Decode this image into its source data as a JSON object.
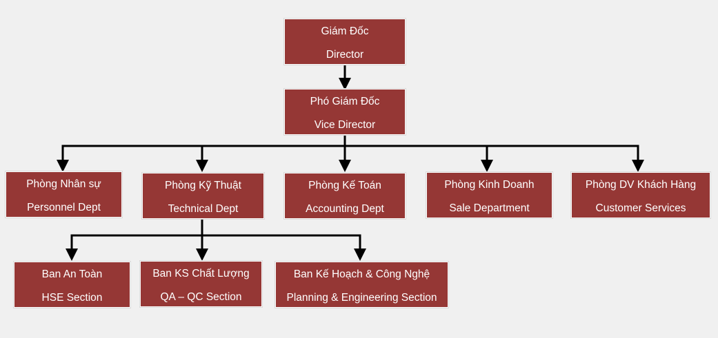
{
  "org_chart": {
    "director": {
      "name_vi": "Giám Đốc",
      "name_en": "Director"
    },
    "vice_director": {
      "name_vi": "Phó Giám Đốc",
      "name_en": "Vice Director"
    },
    "departments": [
      {
        "name_vi": "Phòng Nhân sự",
        "name_en": "Personnel Dept"
      },
      {
        "name_vi": "Phòng Kỹ Thuật",
        "name_en": "Technical Dept"
      },
      {
        "name_vi": "Phòng Kế Toán",
        "name_en": "Accounting Dept"
      },
      {
        "name_vi": "Phòng Kinh Doanh",
        "name_en": "Sale Department"
      },
      {
        "name_vi": "Phòng DV Khách Hàng",
        "name_en": "Customer Services"
      }
    ],
    "sections": [
      {
        "name_vi": "Ban An Toàn",
        "name_en": "HSE Section"
      },
      {
        "name_vi": "Ban KS Chất Lượng",
        "name_en": "QA – QC Section"
      },
      {
        "name_vi": "Ban Kế Hoạch & Công Nghệ",
        "name_en": "Planning & Engineering Section"
      }
    ]
  },
  "colors": {
    "box_fill": "#953735",
    "box_text": "#ffffff",
    "connector": "#000000",
    "background": "#f0f0f0"
  }
}
